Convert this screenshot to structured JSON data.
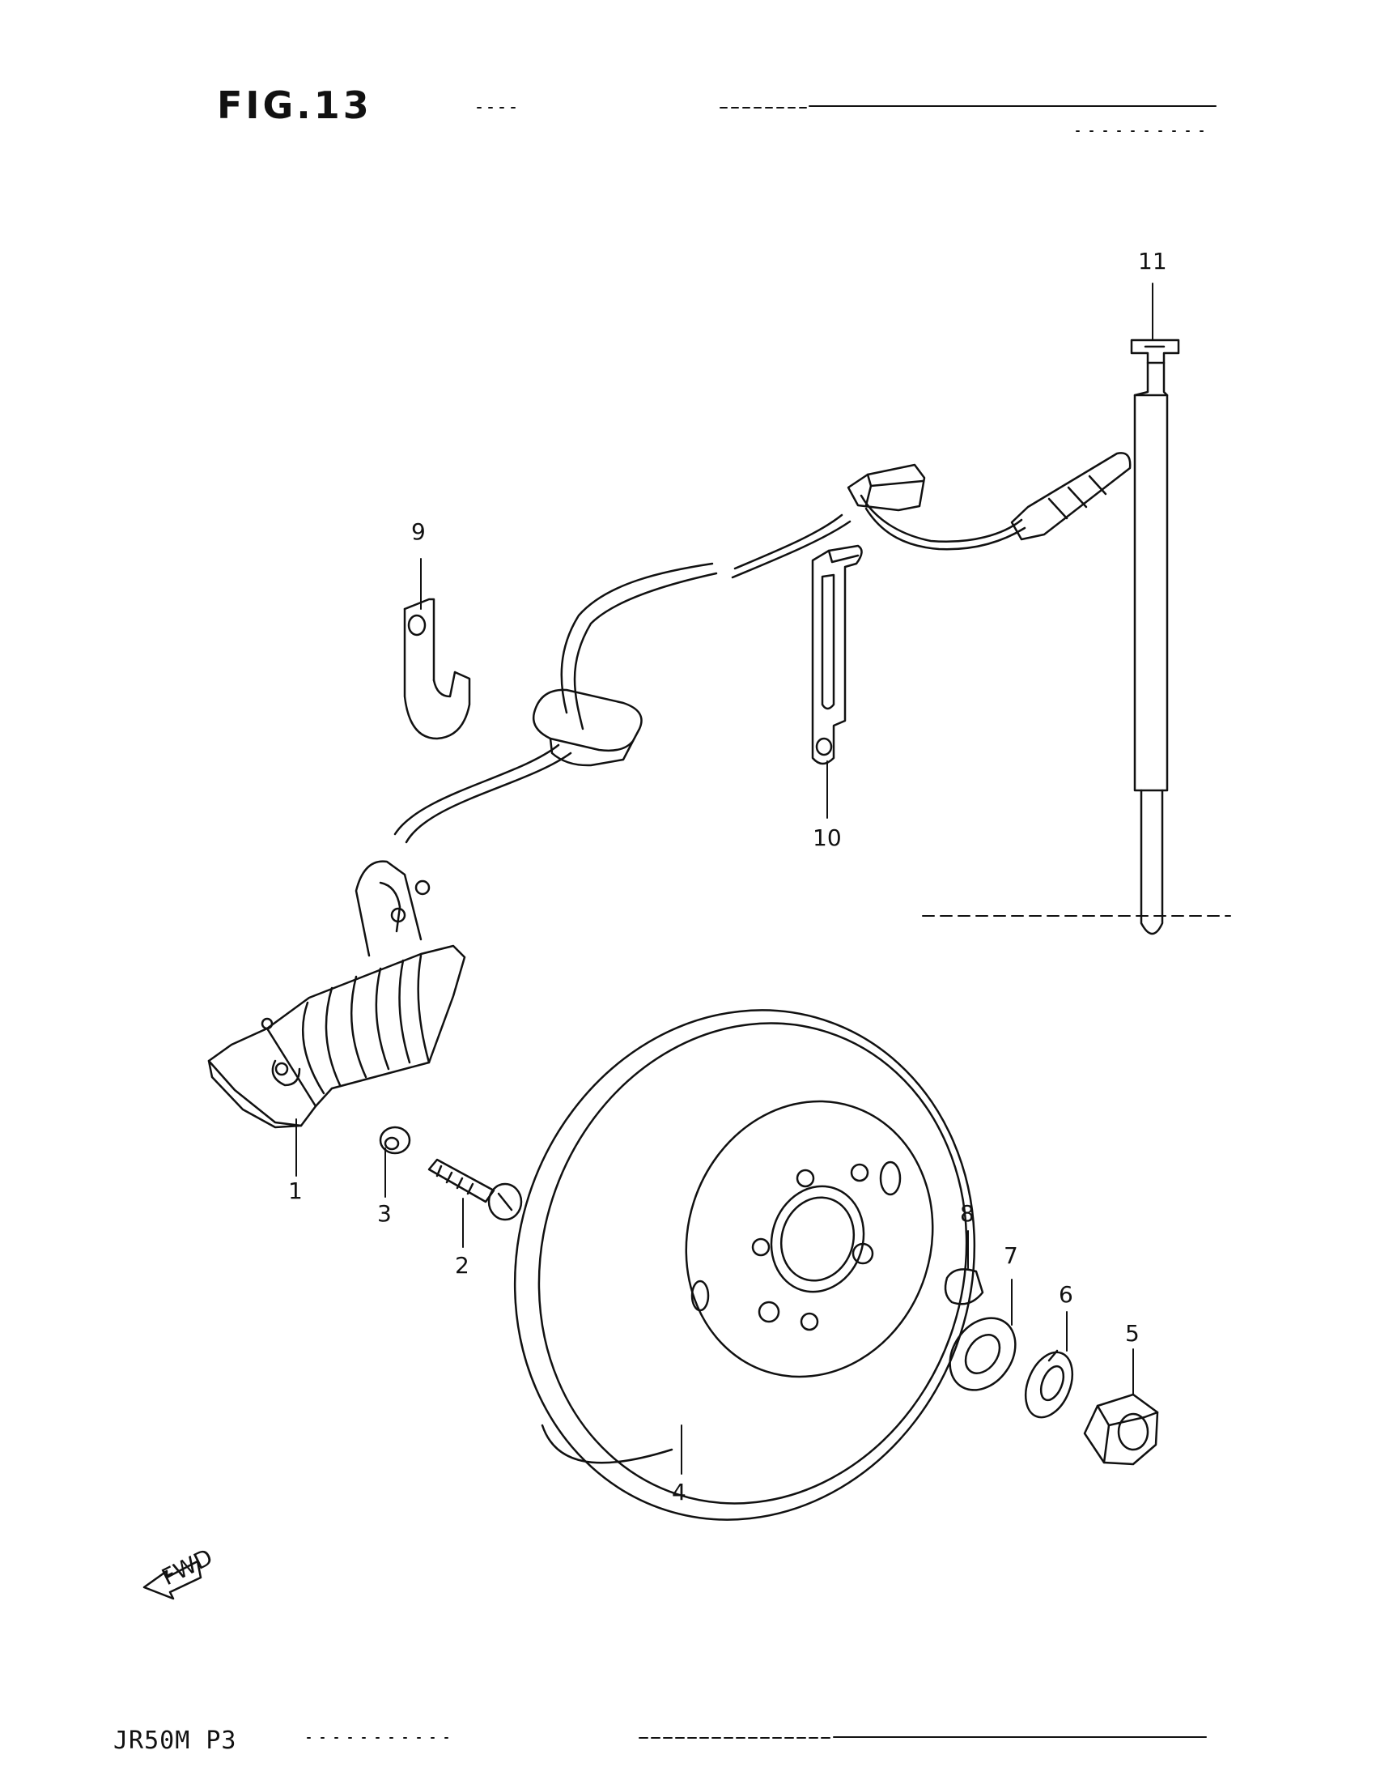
{
  "figure": {
    "title": "FIG.13"
  },
  "footer": {
    "model_code": "JR50M P3"
  },
  "callouts": [
    {
      "id": "1",
      "label": "1"
    },
    {
      "id": "2",
      "label": "2"
    },
    {
      "id": "3",
      "label": "3"
    },
    {
      "id": "4",
      "label": "4"
    },
    {
      "id": "5",
      "label": "5"
    },
    {
      "id": "6",
      "label": "6"
    },
    {
      "id": "7",
      "label": "7"
    },
    {
      "id": "8",
      "label": "8"
    },
    {
      "id": "9",
      "label": "9"
    },
    {
      "id": "10",
      "label": "10"
    },
    {
      "id": "11",
      "label": "11"
    }
  ],
  "direction_arrow": {
    "label": "FWD"
  }
}
